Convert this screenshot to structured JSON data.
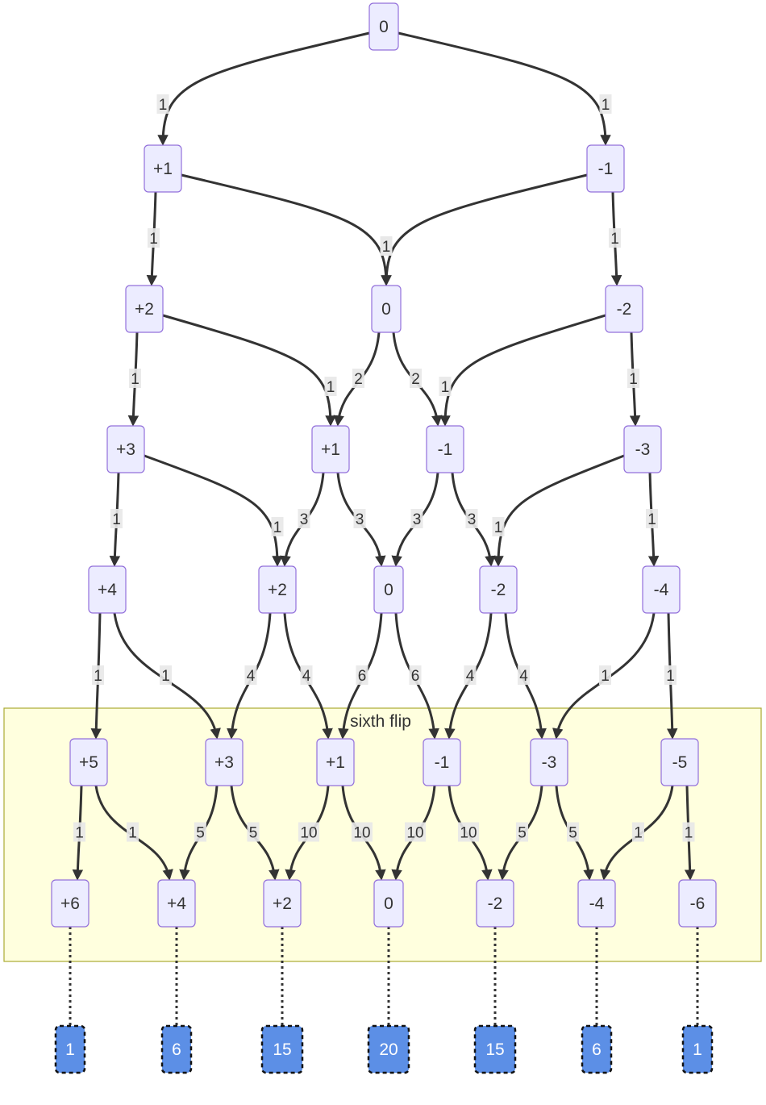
{
  "diagram": {
    "cluster_label": "sixth flip",
    "levels": [
      [
        "0"
      ],
      [
        "+1",
        "-1"
      ],
      [
        "+2",
        "0",
        "-2"
      ],
      [
        "+3",
        "+1",
        "-1",
        "-3"
      ],
      [
        "+4",
        "+2",
        "0",
        "-2",
        "-4"
      ],
      [
        "+5",
        "+3",
        "+1",
        "-1",
        "-3",
        "-5"
      ],
      [
        "+6",
        "+4",
        "+2",
        "0",
        "-2",
        "-4",
        "-6"
      ]
    ],
    "edge_labels": [
      [
        [
          "1",
          "1"
        ]
      ],
      [
        [
          "1",
          "1"
        ],
        [
          "1",
          "1"
        ]
      ],
      [
        [
          "1",
          "1"
        ],
        [
          "2",
          "2"
        ],
        [
          "1",
          "1"
        ]
      ],
      [
        [
          "1",
          "1"
        ],
        [
          "3",
          "3"
        ],
        [
          "3",
          "3"
        ],
        [
          "1",
          "1"
        ]
      ],
      [
        [
          "1",
          "1"
        ],
        [
          "4",
          "4"
        ],
        [
          "6",
          "6"
        ],
        [
          "4",
          "4"
        ],
        [
          "1",
          "1"
        ]
      ],
      [
        [
          "1",
          "1"
        ],
        [
          "5",
          "5"
        ],
        [
          "10",
          "10"
        ],
        [
          "10",
          "10"
        ],
        [
          "5",
          "5"
        ],
        [
          "1",
          "1"
        ]
      ]
    ],
    "results": [
      "1",
      "6",
      "15",
      "20",
      "15",
      "6",
      "1"
    ]
  }
}
